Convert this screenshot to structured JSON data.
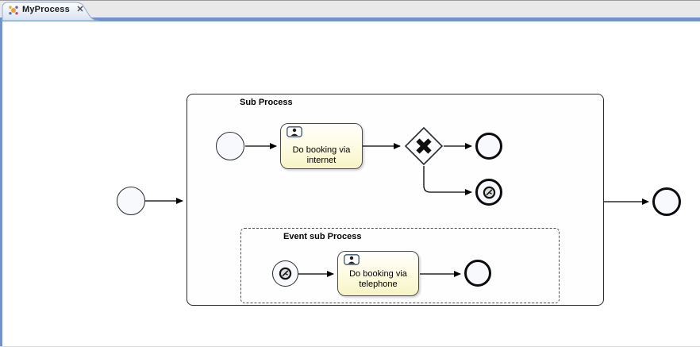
{
  "window": {
    "tab": {
      "title": "MyProcess",
      "close_glyph": "✕",
      "icon": "bpmn-diagram-icon"
    }
  },
  "diagram": {
    "main": {
      "start_event": {
        "type": "start-none"
      },
      "end_event": {
        "type": "end-none"
      }
    },
    "sub_process": {
      "label": "Sub Process",
      "start_event": {
        "type": "start-none"
      },
      "task_internet": {
        "label": "Do booking via internet",
        "marker": "user-task"
      },
      "gateway": {
        "type": "exclusive",
        "marker": "X"
      },
      "end_event": {
        "type": "end-none"
      },
      "end_event_timer": {
        "type": "end-timer"
      },
      "event_sub_process": {
        "label": "Event sub Process",
        "start_event_timer": {
          "type": "start-timer"
        },
        "task_telephone": {
          "label": "Do booking via telephone",
          "marker": "user-task"
        },
        "end_event": {
          "type": "end-none"
        }
      }
    },
    "colors": {
      "tab_underline": "#7392cd",
      "tab_border": "#8fadd7",
      "task_fill_bottom": "#f7f3c6",
      "shape_outline": "#2b2b2b"
    }
  }
}
